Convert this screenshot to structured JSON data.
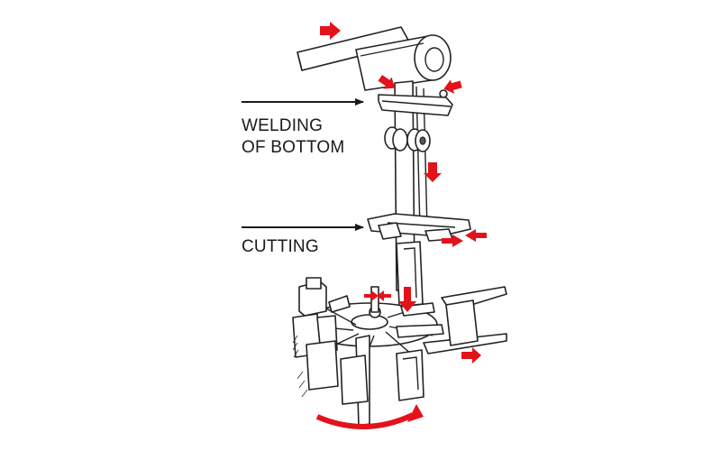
{
  "labels": {
    "welding_line1": "WELDING",
    "welding_line2": "OF BOTTOM",
    "cutting": "CUTTING"
  },
  "colors": {
    "arrow_red": "#e3121b",
    "line": "#222222",
    "background": "#ffffff"
  },
  "icons": {
    "flow_arrow": "red-arrow-icon",
    "pointer": "black-pointer-arrow-icon",
    "rotation": "curved-rotation-arrow-icon"
  }
}
